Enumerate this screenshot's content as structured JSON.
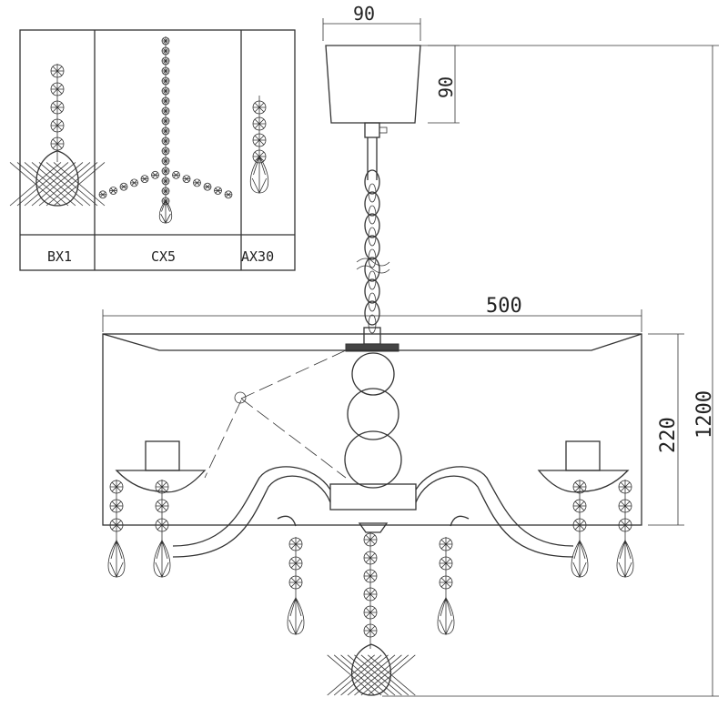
{
  "legend": {
    "items": [
      {
        "label": "BX1"
      },
      {
        "label": "CX5"
      },
      {
        "label": "AX30"
      }
    ]
  },
  "dimensions": {
    "canopy_width": "90",
    "canopy_height": "90",
    "shade_width": "500",
    "shade_height": "220",
    "overall_height": "1200"
  }
}
